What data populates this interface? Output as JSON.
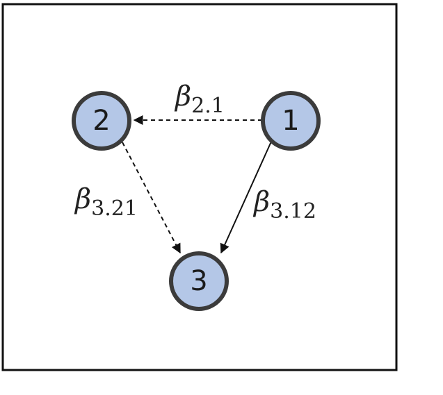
{
  "nodes": [
    {
      "id": "1",
      "label": "1"
    },
    {
      "id": "2",
      "label": "2"
    },
    {
      "id": "3",
      "label": "3"
    }
  ],
  "edges": [
    {
      "from": "1",
      "to": "2",
      "style": "dashed",
      "symbol": "β",
      "subscript": "2.1"
    },
    {
      "from": "2",
      "to": "3",
      "style": "dashed",
      "symbol": "β",
      "subscript": "3.21"
    },
    {
      "from": "1",
      "to": "3",
      "style": "solid",
      "symbol": "β",
      "subscript": "3.12"
    }
  ],
  "colors": {
    "node_fill": "#b4c7e7",
    "node_stroke": "#3b3b3b",
    "edge": "#111111",
    "frame": "#111111"
  }
}
